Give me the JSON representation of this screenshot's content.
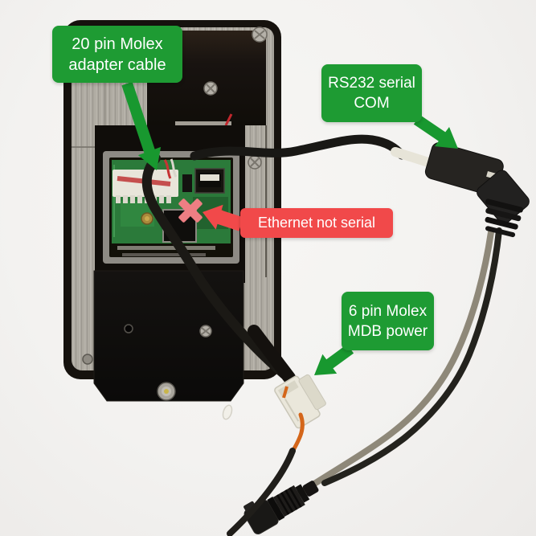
{
  "annotations": {
    "molex20": {
      "label": "20 pin Molex\nadapter cable"
    },
    "rs232": {
      "label": "RS232 serial\nCOM"
    },
    "ethernet": {
      "label": "Ethernet not serial"
    },
    "molex6": {
      "label": "6 pin Molex\nMDB power"
    }
  },
  "colors": {
    "label_green": "#1e9b33",
    "label_red": "#f1494a",
    "arrow_green": "#18982f",
    "arrow_red": "#f1494a",
    "x_mark": "#ee7e83",
    "label_text": "#ffffff",
    "background": "#f3f2f0"
  }
}
